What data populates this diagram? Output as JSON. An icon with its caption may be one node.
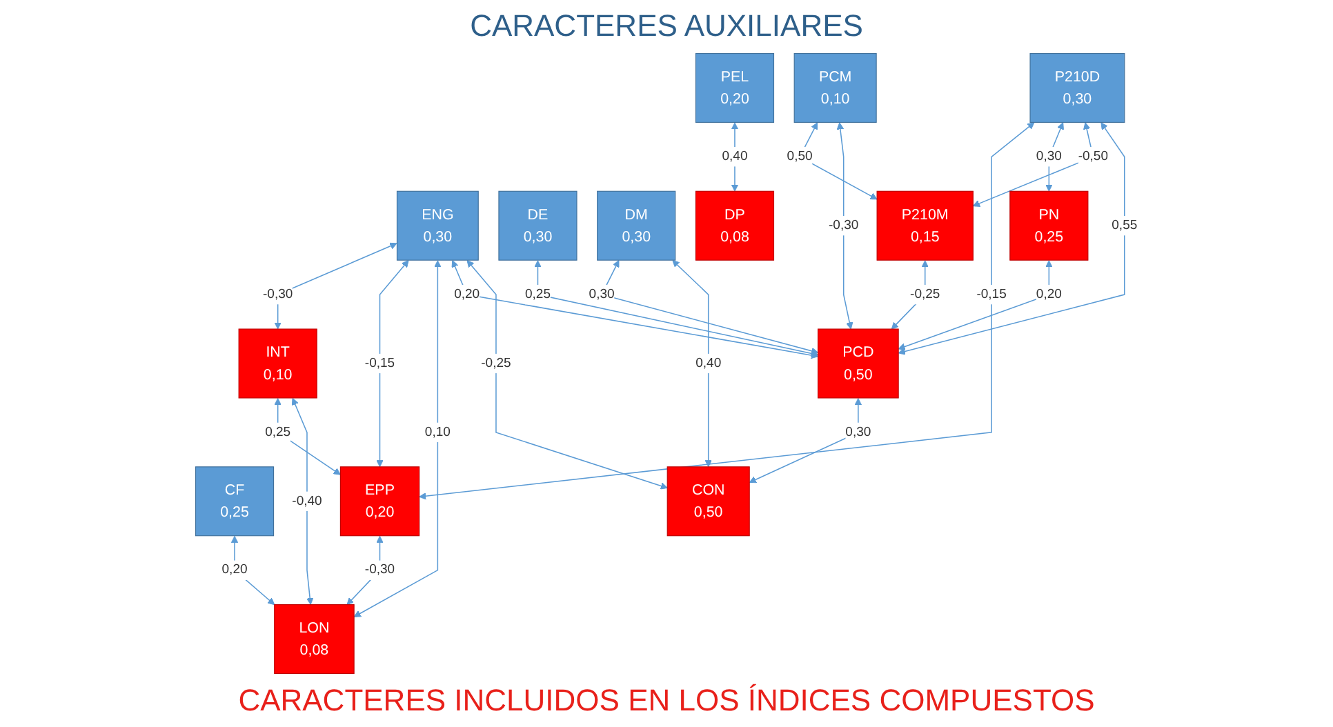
{
  "diagram": {
    "title": "CARACTERES AUXILIARES",
    "caption": "CARACTERES INCLUIDOS EN LOS ÍNDICES COMPUESTOS",
    "nodes": [
      {
        "text": [
          "PEL",
          "0,20"
        ]
      },
      {
        "text": [
          "ENG",
          "0,30"
        ]
      },
      {
        "text": [
          "CF",
          "0,25"
        ]
      },
      {
        "text": [
          "P210D",
          "0,30"
        ]
      },
      {
        "text": [
          "PCM",
          "0,10"
        ]
      },
      {
        "text": [
          "DE",
          "0,30"
        ]
      },
      {
        "text": [
          "DM",
          "0,30"
        ]
      },
      {
        "text": [
          "DP",
          "0,08"
        ]
      },
      {
        "text": [
          "INT",
          "0,10"
        ]
      },
      {
        "text": [
          "EPP",
          "0,20"
        ]
      },
      {
        "text": [
          "LON",
          "0,08"
        ]
      },
      {
        "text": [
          "PN",
          "0,25"
        ]
      },
      {
        "text": [
          "P210M",
          "0,15"
        ]
      },
      {
        "text": [
          "PCD",
          "0,50"
        ]
      },
      {
        "text": [
          "CON",
          "0,50"
        ]
      }
    ],
    "edges": [
      {
        "from": 0,
        "to": 7,
        "arrow": "both",
        "label": "0,40"
      },
      {
        "from": 1,
        "to": 8,
        "arrow": "both",
        "label": "-0,30"
      },
      {
        "from": 1,
        "to": 9,
        "arrow": "both",
        "label": "-0,15"
      },
      {
        "from": 1,
        "to": 10,
        "arrow": "both",
        "label": "0,10"
      },
      {
        "from": 1,
        "to": 13,
        "arrow": "both",
        "label": "0,20"
      },
      {
        "from": 1,
        "to": 14,
        "arrow": "both",
        "label": "-0,25"
      },
      {
        "from": 2,
        "to": 10,
        "arrow": "both",
        "label": "0,20"
      },
      {
        "from": 3,
        "to": 9,
        "arrow": "both",
        "label": "-0,15"
      },
      {
        "from": 3,
        "to": 11,
        "arrow": "both",
        "label": "0,30"
      },
      {
        "from": 3,
        "to": 12,
        "arrow": "both",
        "label": "-0,50"
      },
      {
        "from": 3,
        "to": 13,
        "arrow": "both",
        "label": "0,55"
      },
      {
        "from": 4,
        "to": 12,
        "arrow": "both",
        "label": "0,50"
      },
      {
        "from": 4,
        "to": 13,
        "arrow": "both",
        "label": "-0,30"
      },
      {
        "from": 5,
        "to": 13,
        "arrow": "both",
        "label": "0,25"
      },
      {
        "from": 6,
        "to": 13,
        "arrow": "both",
        "label": "0,30"
      },
      {
        "from": 6,
        "to": 14,
        "arrow": "both",
        "label": "0,40"
      },
      {
        "from": 8,
        "to": 9,
        "arrow": "both",
        "label": "0,25"
      },
      {
        "from": 9,
        "to": 10,
        "arrow": "both",
        "label": "-0,30"
      },
      {
        "from": 8,
        "to": 10,
        "arrow": "both",
        "label": "-0,40"
      },
      {
        "from": 12,
        "to": 13,
        "arrow": "both",
        "label": "-0,25"
      },
      {
        "from": 13,
        "to": 14,
        "arrow": "both",
        "label": "0,30"
      },
      {
        "from": 11,
        "to": 13,
        "arrow": "both",
        "label": "0,20"
      }
    ]
  }
}
